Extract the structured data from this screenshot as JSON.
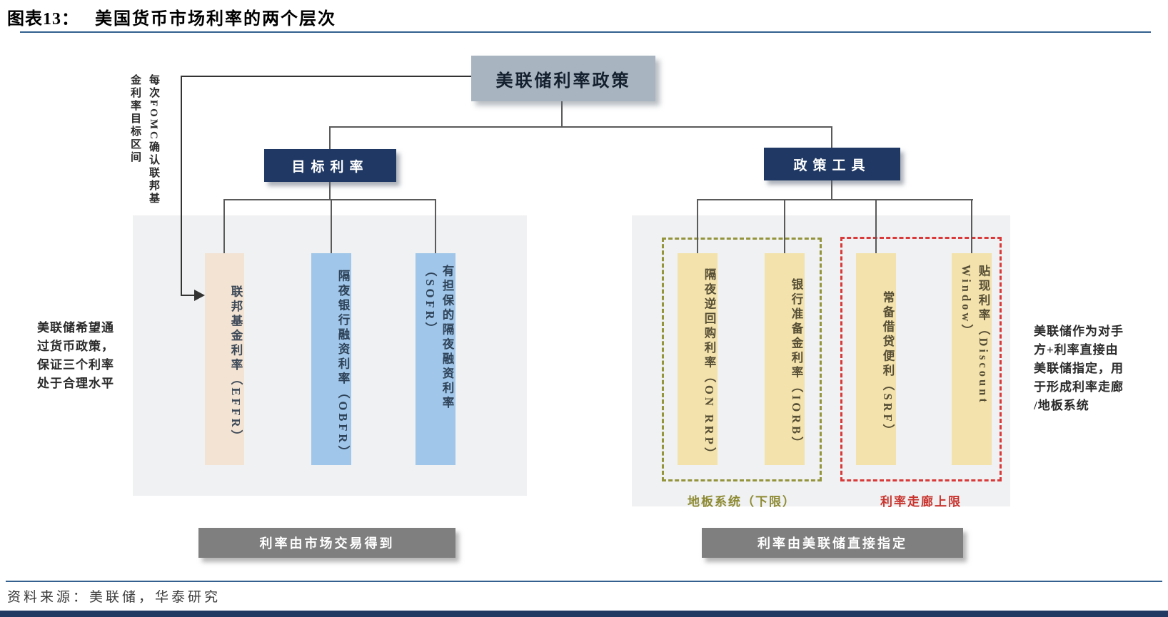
{
  "figure": {
    "label": "图表13：",
    "title": "美国货币市场利率的两个层次",
    "source_prefix": "资料来源：",
    "source": "美联储，华泰研究"
  },
  "diagram": {
    "root": "美联储利率政策",
    "fomc_note": {
      "col1": "每次FOMC确认联邦基",
      "col2": "金利率目标区间"
    },
    "left_note": "美联储希望通\n过货币政策，\n保证三个利率\n处于合理水平",
    "right_note": "美联储作为对手\n方+利率直接由\n美联储指定，用\n于形成利率走廊\n/地板系统",
    "target": {
      "label": "目标利率",
      "items": [
        {
          "label": "联邦基金利率（EFFR）"
        },
        {
          "label": "隔夜银行融资利率（OBFR）"
        },
        {
          "label": "有担保的隔夜融资利率（SOFR）"
        }
      ],
      "caption": "利率由市场交易得到"
    },
    "tools": {
      "label": "政策工具",
      "items": [
        {
          "label": "隔夜逆回购利率（ON RRP）"
        },
        {
          "label": "银行准备金利率（IORB）"
        },
        {
          "label": "常备借贷便利（SRF）"
        },
        {
          "label": "贴现利率（Discount Window）"
        }
      ],
      "floor_label": "地板系统（下限）",
      "ceiling_label": "利率走廊上限",
      "caption": "利率由美联储直接指定"
    },
    "colors": {
      "root_bg": "#a8b4c0",
      "header_bg": "#1f3864",
      "effr_bg": "#f2e3d3",
      "blue_bg": "#a0c6e9",
      "yellow_bg": "#f3e2ac",
      "floor_dash": "#94943c",
      "ceiling_dash": "#d93939",
      "caption_bg": "#7f7f7f",
      "panel_bg": "#f0f1f2",
      "rule_blue": "#33608f",
      "bottom_bar": "#203a64"
    }
  }
}
